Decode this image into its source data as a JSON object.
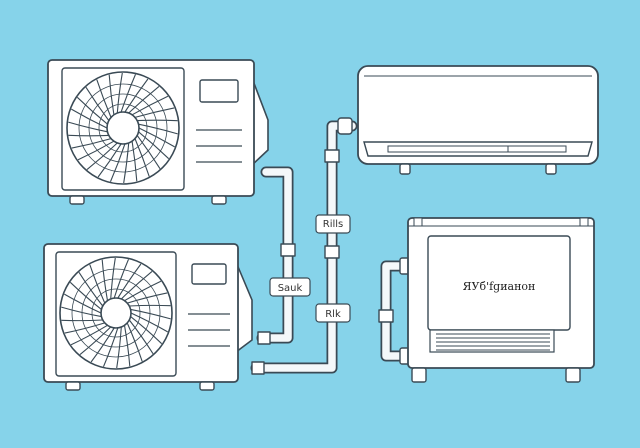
{
  "colors": {
    "background": "#86d3ea",
    "unit_fill": "#ffffff",
    "outline": "#3a4a55",
    "pipe_fill": "#f4f8fa"
  },
  "labels": {
    "pipe_label_upper": "Rills",
    "pipe_label_left": "Sauk",
    "pipe_label_lower": "Rlk",
    "cabinet_panel": "ЯУб'fgиaнон"
  },
  "components": {
    "outdoor_unit_top": "outdoor-condenser",
    "outdoor_unit_bottom": "outdoor-condenser",
    "indoor_wall_unit": "wall-mounted-indoor-unit",
    "indoor_cabinet_unit": "floor-cabinet-indoor-unit"
  }
}
